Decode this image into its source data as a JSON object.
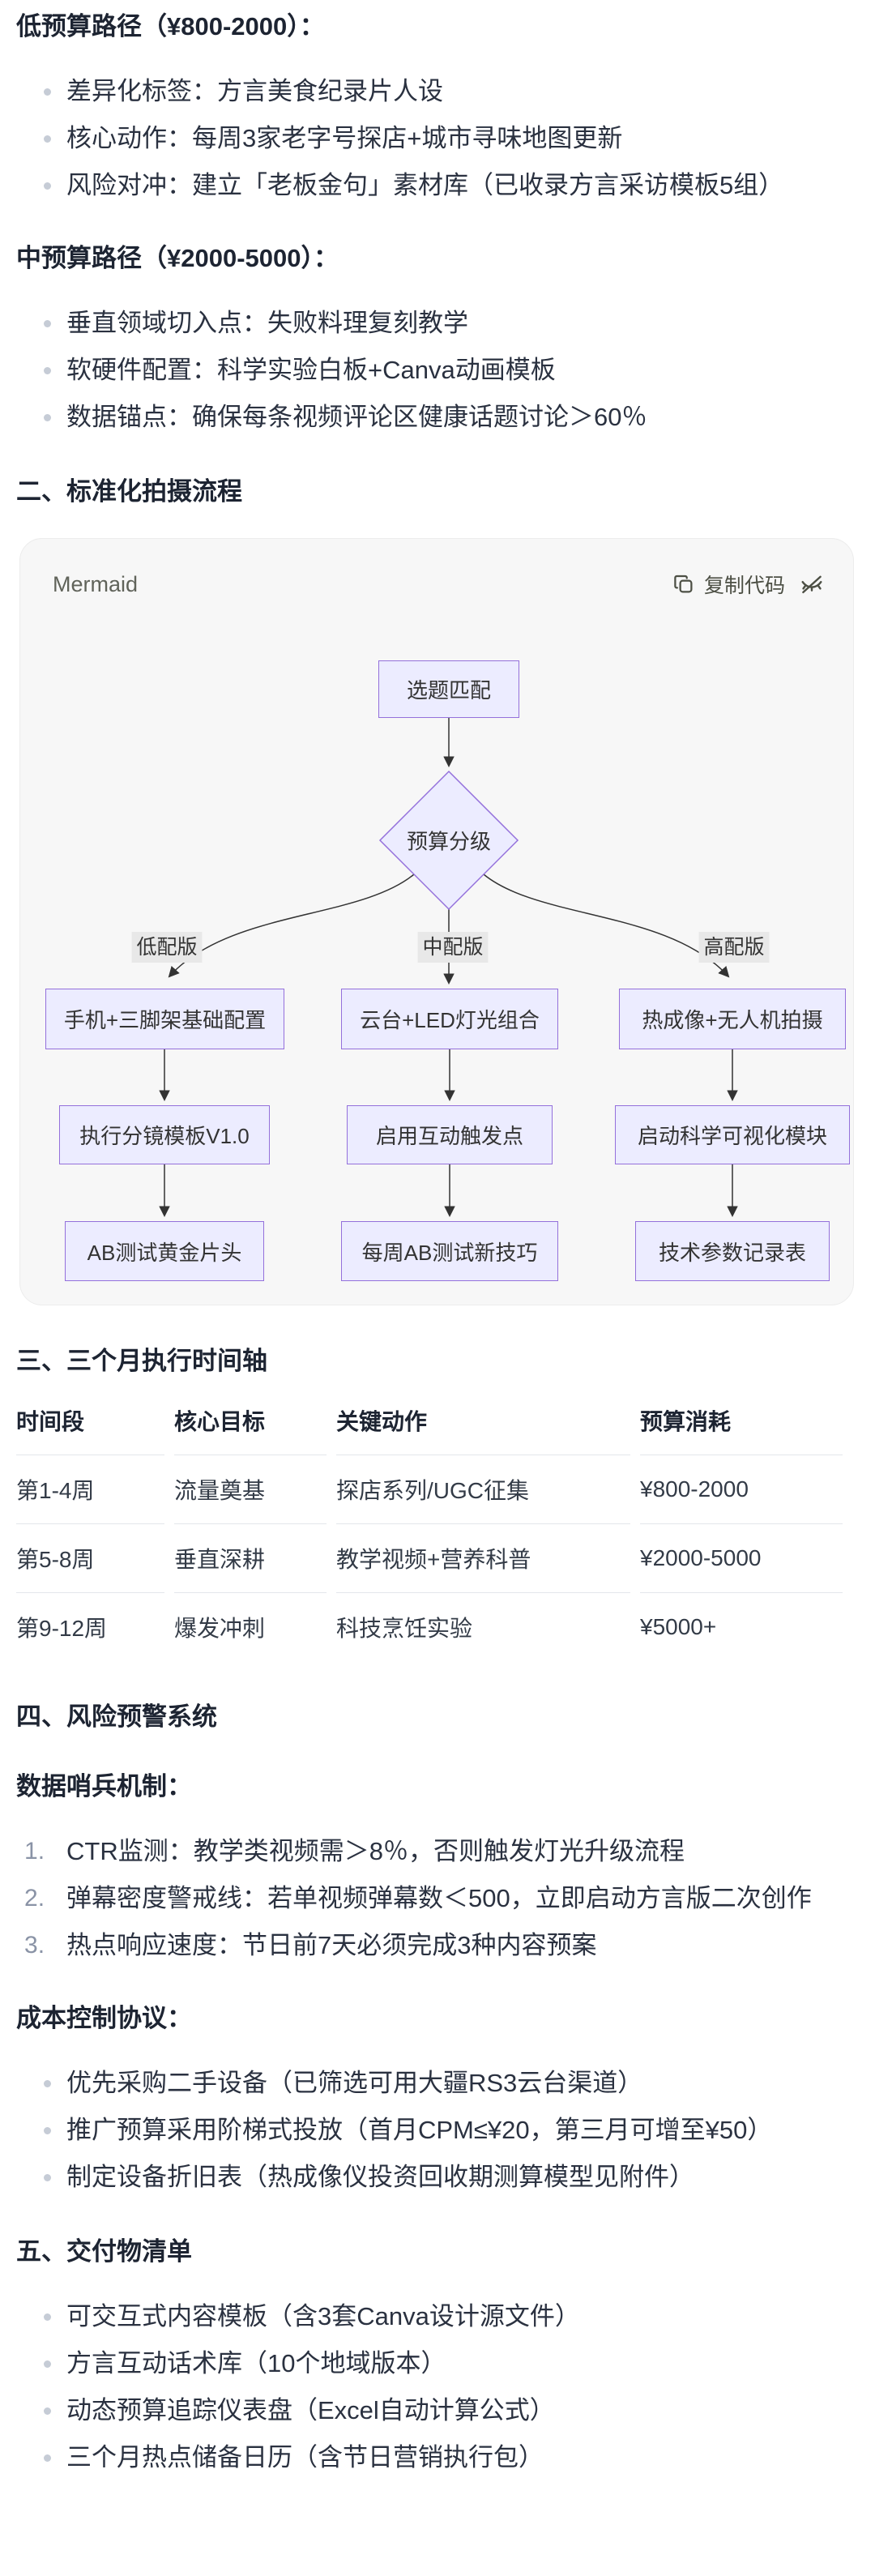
{
  "colors": {
    "accent_purple": "#9470DB",
    "node_fill": "#ECECFF",
    "edge_line": "#333333",
    "edge_label_bg": "#e8e8e8",
    "card_bg": "#f7f7f7",
    "heading_text": "#1d2432",
    "body_text": "#2a3140",
    "list_marker": "#8a93a6",
    "bullet_dot": "#c6ccd6",
    "table_border": "#e3e6eb"
  },
  "doc": {
    "budget_low": {
      "title": "低预算路径（¥800-2000）：",
      "items": [
        "差异化标签：方言美食纪录片人设",
        "核心动作：每周3家老字号探店+城市寻味地图更新",
        "风险对冲：建立「老板金句」素材库（已收录方言采访模板5组）"
      ]
    },
    "budget_mid": {
      "title": "中预算路径（¥2000-5000）：",
      "items": [
        "垂直领域切入点：失败料理复刻教学",
        "软硬件配置：科学实验白板+Canva动画模板",
        "数据锚点：确保每条视频评论区健康话题讨论＞60％"
      ]
    },
    "section_shoot": {
      "title": "二、标准化拍摄流程"
    },
    "mermaid": {
      "label": "Mermaid",
      "copy_label": "复制代码",
      "flow": {
        "start": "选题匹配",
        "decision": "预算分级",
        "branches": [
          "低配版",
          "中配版",
          "高配版"
        ],
        "low": [
          "手机+三脚架基础配置",
          "执行分镜模板V1.0",
          "AB测试黄金片头"
        ],
        "mid": [
          "云台+LED灯光组合",
          "启用互动触发点",
          "每周AB测试新技巧"
        ],
        "high": [
          "热成像+无人机拍摄",
          "启动科学可视化模块",
          "技术参数记录表"
        ]
      }
    },
    "section_timeline": {
      "title": "三、三个月执行时间轴"
    },
    "table": {
      "headers": [
        "时间段",
        "核心目标",
        "关键动作",
        "预算消耗"
      ],
      "rows": [
        [
          "第1-4周",
          "流量奠基",
          "探店系列/UGC征集",
          "¥800-2000"
        ],
        [
          "第5-8周",
          "垂直深耕",
          "教学视频+营养科普",
          "¥2000-5000"
        ],
        [
          "第9-12周",
          "爆发冲刺",
          "科技烹饪实验",
          "¥5000+"
        ]
      ]
    },
    "section_risk": {
      "title": "四、风险预警系统"
    },
    "sentinel": {
      "title": "数据哨兵机制：",
      "items": [
        "CTR监测：教学类视频需＞8％，否则触发灯光升级流程",
        "弹幕密度警戒线：若单视频弹幕数＜500，立即启动方言版二次创作",
        "热点响应速度：节日前7天必须完成3种内容预案"
      ]
    },
    "cost": {
      "title": "成本控制协议：",
      "items": [
        "优先采购二手设备（已筛选可用大疆RS3云台渠道）",
        "推广预算采用阶梯式投放（首月CPM≤¥20，第三月可增至¥50）",
        "制定设备折旧表（热成像仪投资回收期测算模型见附件）"
      ]
    },
    "section_deliver": {
      "title": "五、交付物清单"
    },
    "deliverables": {
      "items": [
        "可交互式内容模板（含3套Canva设计源文件）",
        "方言互动话术库（10个地域版本）",
        "动态预算追踪仪表盘（Excel自动计算公式）",
        "三个月热点储备日历（含节日营销执行包）"
      ]
    }
  }
}
